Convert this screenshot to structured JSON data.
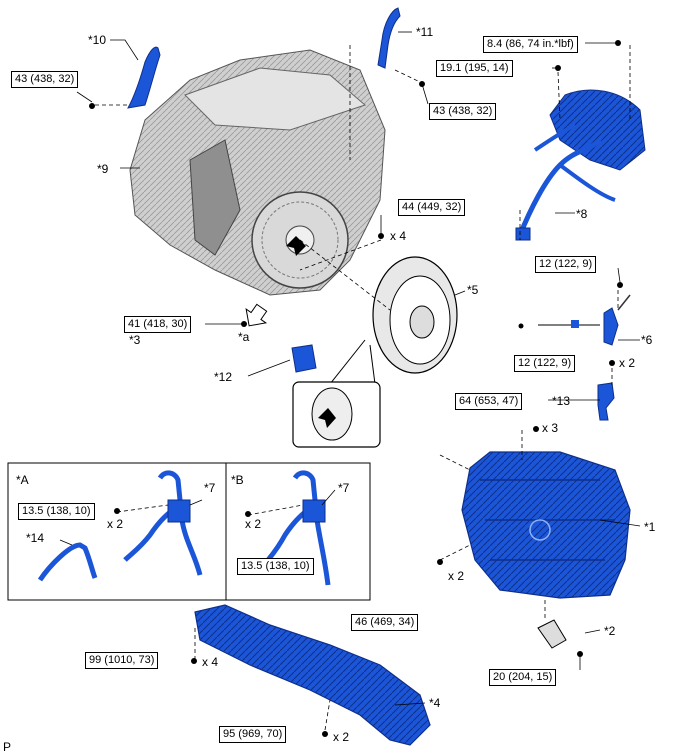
{
  "callouts": {
    "c1": "*1",
    "c2": "*2",
    "c3": "*3",
    "c4": "*4",
    "c5": "*5",
    "c6": "*6",
    "c7a": "*7",
    "c7b": "*7",
    "c8": "*8",
    "c9": "*9",
    "c10": "*10",
    "c11": "*11",
    "c12": "*12",
    "c13": "*13",
    "c14": "*14",
    "ca": "*a",
    "cA": "*A",
    "cB": "*B",
    "cP": "P"
  },
  "torques": {
    "t_43_left": "43 (438, 32)",
    "t_43_right": "43 (438, 32)",
    "t_8_4": "8.4 (86, 74 in.*lbf)",
    "t_19_1": "19.1 (195, 14)",
    "t_44": "44 (449, 32)",
    "t_41": "41 (418, 30)",
    "t_12_top": "12 (122, 9)",
    "t_12_bot": "12 (122, 9)",
    "t_64": "64 (653, 47)",
    "t_13_5_a": "13.5 (138, 10)",
    "t_13_5_b": "13.5 (138, 10)",
    "t_46": "46 (469, 34)",
    "t_20": "20 (204, 15)",
    "t_99": "99 (1010, 73)",
    "t_95": "95 (969, 70)"
  },
  "quantities": {
    "q_x4_44": "x 4",
    "q_x2_12": "x 2",
    "q_x3_64": "x 3",
    "q_x2_a": "x 2",
    "q_x2_b": "x 2",
    "q_x2_46": "x 2",
    "q_x4_99": "x 4",
    "q_x2_95": "x 2"
  },
  "colors": {
    "part_blue": "#1c56d8",
    "part_dark": "#0e2f8a",
    "engine_gray": "#b8b8b8",
    "line": "#000000"
  }
}
